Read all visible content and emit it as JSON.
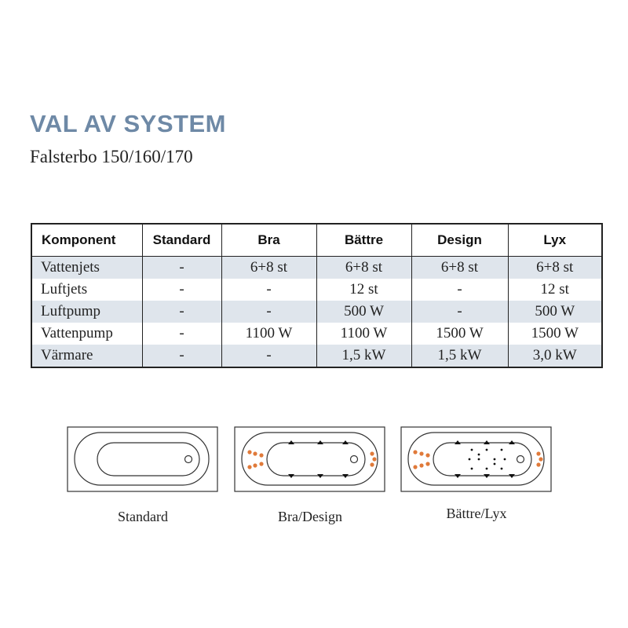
{
  "heading": {
    "title": "VAL AV SYSTEM",
    "subtitle": "Falsterbo 150/160/170"
  },
  "table": {
    "headers": [
      "Komponent",
      "Standard",
      "Bra",
      "Bättre",
      "Design",
      "Lyx"
    ],
    "rows": [
      [
        "Vattenjets",
        "-",
        "6+8 st",
        "6+8 st",
        "6+8 st",
        "6+8 st"
      ],
      [
        "Luftjets",
        "-",
        "-",
        "12 st",
        "-",
        "12 st"
      ],
      [
        "Luftpump",
        "-",
        "-",
        "500 W",
        "-",
        "500 W"
      ],
      [
        "Vattenpump",
        "-",
        "1100 W",
        "1100 W",
        "1500 W",
        "1500 W"
      ],
      [
        "Värmare",
        "-",
        "-",
        "1,5 kW",
        "1,5 kW",
        "3,0 kW"
      ]
    ]
  },
  "diagrams": {
    "captions": [
      "Standard",
      "Bra/Design",
      "Bättre/Lyx"
    ],
    "jet_color": "#e07a3a",
    "title_color": "#6e89a6"
  }
}
